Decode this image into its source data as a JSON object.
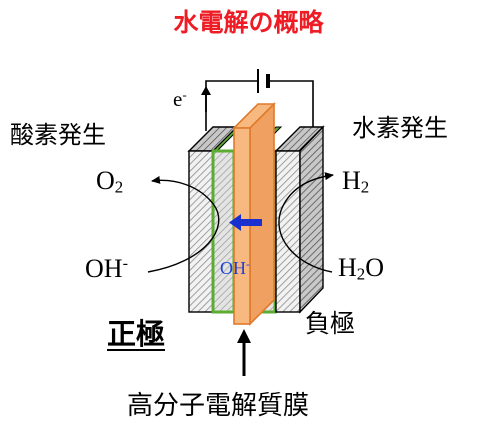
{
  "title": "水電解の概略",
  "labels": {
    "oxygen_generation": "酸素発生",
    "hydrogen_generation": "水素発生",
    "o2": {
      "base": "O",
      "sub": "2"
    },
    "h2": {
      "base": "H",
      "sub": "2"
    },
    "oh_left": {
      "base": "OH",
      "sup": "-"
    },
    "oh_center": {
      "base": "OH",
      "sup": "-"
    },
    "h2o": {
      "base": "H",
      "sub": "2",
      "tail": "O"
    },
    "electron": {
      "base": "e",
      "sup": "-"
    },
    "anode": "正極",
    "cathode": "負極",
    "membrane": "高分子電解質膜"
  },
  "colors": {
    "title": "#ee1c24",
    "oh_center": "#1f3fd6",
    "ion_arrow": "#1a2fd0",
    "membrane_fill": "#f7b97f",
    "membrane_stroke": "#e07a2c",
    "catalyst_layer": "#5dac32",
    "electrode_hatch": "#8a8a8a"
  }
}
